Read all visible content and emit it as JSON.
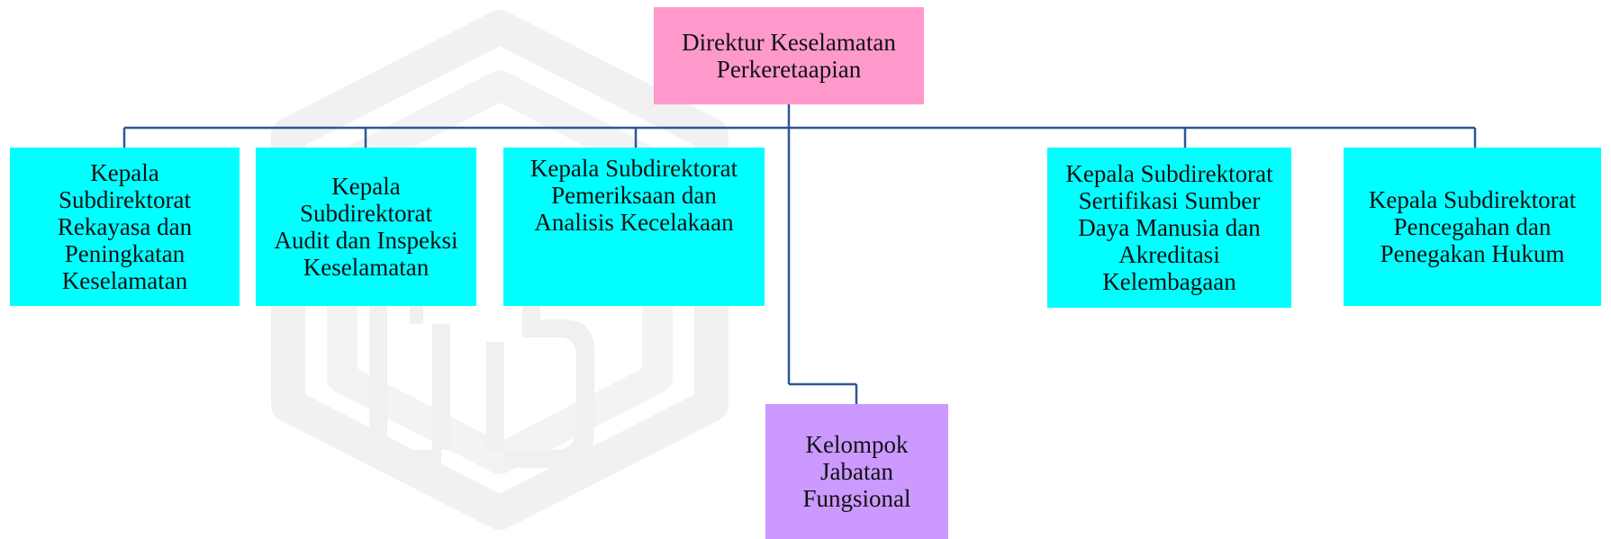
{
  "colors": {
    "director_fill": "#ff99cc",
    "subdirectorate_fill": "#00ffff",
    "functional_fill": "#cc99ff",
    "connector": "#2f5597",
    "watermark": "#f1f1f1"
  },
  "org_chart": {
    "director": {
      "label": "Direktur Keselamatan\nPerkeretaapian"
    },
    "subdirectorates": [
      {
        "label": "Kepala\nSubdirektorat\nRekayasa dan\nPeningkatan\nKeselamatan"
      },
      {
        "label": "Kepala\nSubdirektorat\nAudit dan Inspeksi\nKeselamatan"
      },
      {
        "label": "Kepala Subdirektorat\nPemeriksaan dan\nAnalisis Kecelakaan"
      },
      {
        "label": "Kepala Subdirektorat\nSertifikasi Sumber\nDaya Manusia dan\nAkreditasi\nKelembagaan"
      },
      {
        "label": "Kepala Subdirektorat\nPencegahan dan\nPenegakan Hukum"
      }
    ],
    "functional_group": {
      "label": "Kelompok\nJabatan\nFungsional"
    }
  }
}
